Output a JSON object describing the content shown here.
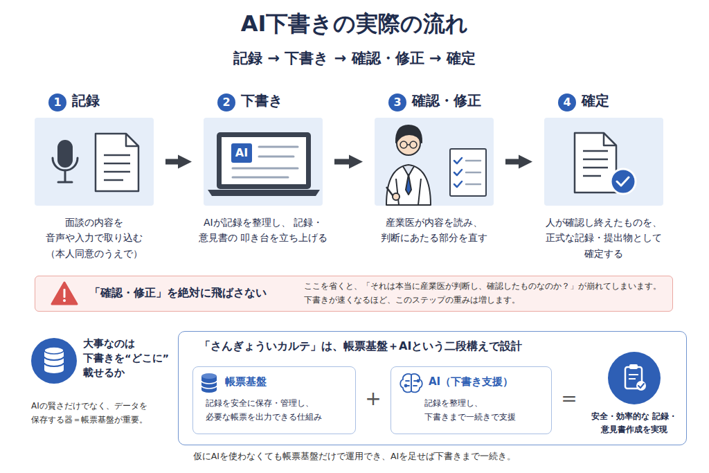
{
  "diagram": {
    "title": "AI下書きの実際の流れ",
    "caption": "仮にAIを使わなくても帳票基盤だけで運用でき、AIを足せば下書きまで一続き。",
    "nodes": [
      {
        "text": [
          "1",
          "記録",
          "面談の内容を 音声や入力で取り込む （本人同意のうえで）"
        ]
      },
      {
        "text": [
          "2",
          "下書き",
          "AI",
          "AIが記録を整理し、 記録・意見書の 叩き台を立ち上げる"
        ]
      },
      {
        "text": [
          "3",
          "確認・修正",
          "産業医が内容を読み、 判断にあたる部分を直す"
        ]
      },
      {
        "text": [
          "4",
          "確定",
          "人が確認し終えたものを、 正式な記録・提出物として 確定する"
        ]
      },
      {
        "text": [
          "「確認・修正」を絶対に飛ばさない",
          "ここを省くと、「それは本当に産業医が判断し、確認したものなのか？」が崩れてしまいます。 下書きが速くなるほど、このステップの重みは増します。"
        ]
      },
      {
        "text": [
          "「さんぎょういカルテ」は、帳票基盤＋AIという二段構えで設計"
        ]
      },
      {
        "text": [
          "帳票基盤",
          "記録を安全に保存・管理し、 必要な帳票を出力できる仕組み"
        ],
        "in": 5
      },
      {
        "text": [
          "AI（下書き支援）",
          "記録を整理し、 下書きまで一続きで支援"
        ],
        "in": 5
      },
      {
        "text": [
          "安全・効率的な 記録・意見書作成を実現"
        ],
        "in": 5
      }
    ],
    "edges": [
      {
        "from": 0,
        "to": 1,
        "arrow": "to"
      },
      {
        "from": 1,
        "to": 2,
        "arrow": "to"
      },
      {
        "from": 2,
        "to": 3,
        "arrow": "to"
      }
    ],
    "labels": [
      "記録 → 下書き → 確認・修正 → 確定",
      "大事なのは 下書きを“どこに” 載せるか",
      "AIの賢さだけでなく、データを 保存する器＝帳票基盤が重要。",
      "+",
      "="
    ]
  }
}
